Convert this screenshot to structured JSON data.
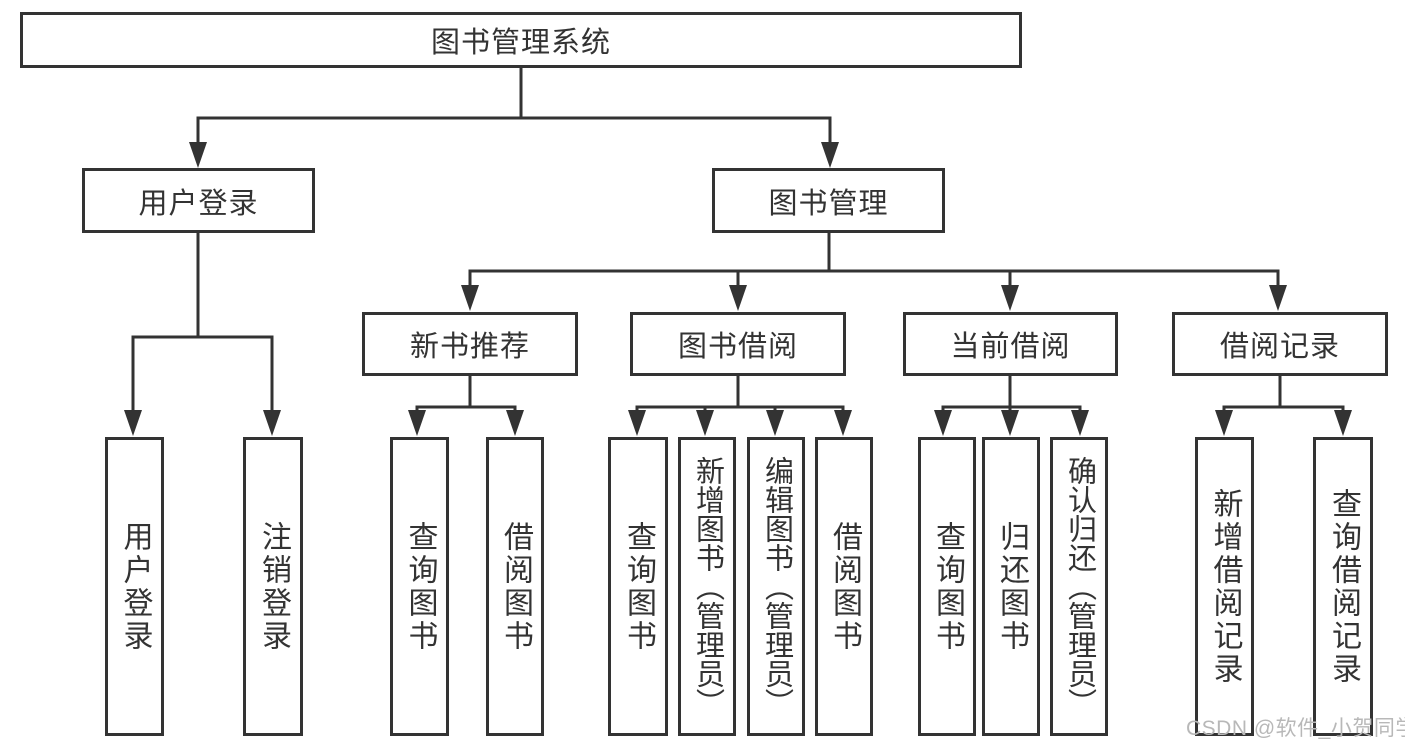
{
  "diagram_title": "图书管理系统",
  "nodes": {
    "root": "图书管理系统",
    "user_login": {
      "label": "用户登录",
      "children": [
        "用户登录",
        "注销登录"
      ]
    },
    "book_mgmt": {
      "label": "图书管理",
      "groups": [
        {
          "label": "新书推荐",
          "children": [
            "查询图书",
            "借阅图书"
          ]
        },
        {
          "label": "图书借阅",
          "children": [
            "查询图书",
            "新增图书（管理员）",
            "编辑图书（管理员）",
            "借阅图书"
          ]
        },
        {
          "label": "当前借阅",
          "children": [
            "查询图书",
            "归还图书",
            "确认归还（管理员）"
          ]
        },
        {
          "label": "借阅记录",
          "children": [
            "新增借阅记录",
            "查询借阅记录"
          ]
        }
      ]
    }
  },
  "watermark": "CSDN @软件_小贺同学",
  "colors": {
    "line": "#333333",
    "text": "#333333",
    "box_background": "#ffffff",
    "page_background": "#ffffff",
    "watermark": "#b8b8b8"
  }
}
